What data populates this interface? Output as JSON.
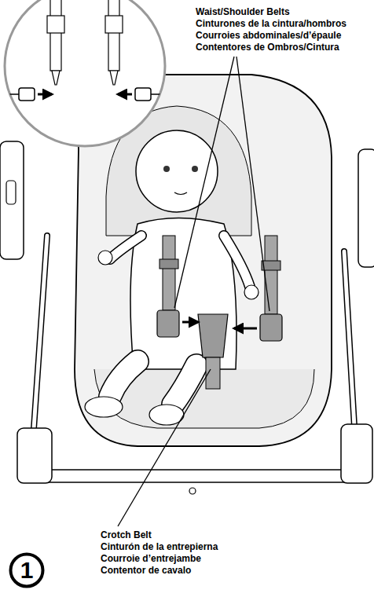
{
  "diagram": {
    "nodes": [
      {
        "text": [
          "1"
        ]
      }
    ],
    "labels": [
      "Waist/Shoulder Belts",
      "Cinturones de la cintura/hombros",
      "Courroies abdominales/d’épaule",
      "Contentores de Ombros/Cintura",
      "Crotch Belt",
      "Cinturón de la entrepierna",
      "Courroie d’entrejambe",
      "Contentor de cavalo"
    ]
  }
}
